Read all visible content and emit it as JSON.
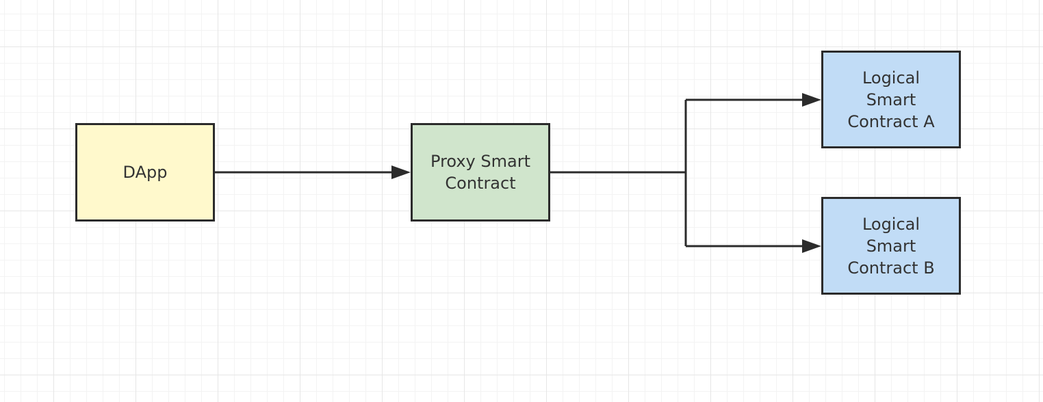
{
  "nodes": {
    "dapp": {
      "label": "DApp",
      "fill": "#fff9cc"
    },
    "proxy": {
      "label": "Proxy Smart\nContract",
      "fill": "#d0e5cc"
    },
    "logic_a": {
      "label": "Logical\nSmart\nContract A",
      "fill": "#c1dcf6"
    },
    "logic_b": {
      "label": "Logical\nSmart\nContract B",
      "fill": "#c1dcf6"
    }
  },
  "edges": [
    {
      "from": "dapp",
      "to": "proxy"
    },
    {
      "from": "proxy",
      "to": "logic_a"
    },
    {
      "from": "proxy",
      "to": "logic_b"
    }
  ],
  "line_color": "#2b2b2b"
}
